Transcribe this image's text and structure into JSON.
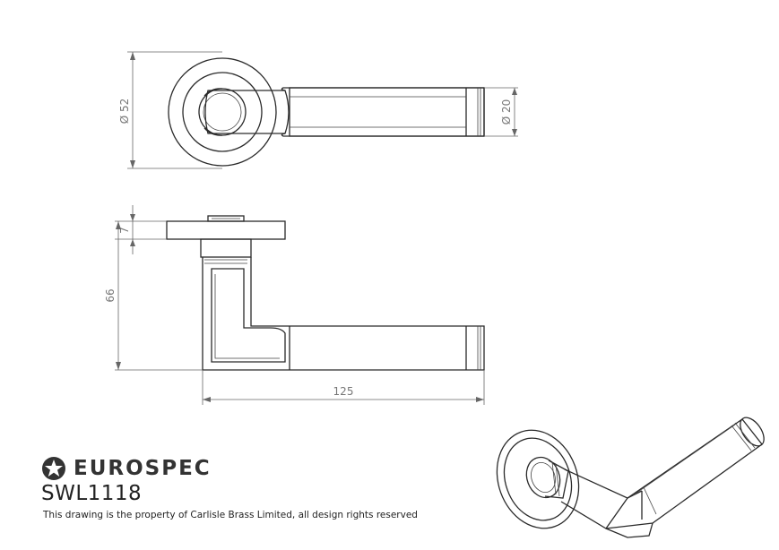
{
  "brand": {
    "name": "EUROSPEC",
    "logo_icon": "star-in-circle-icon"
  },
  "product": {
    "code": "SWL1118"
  },
  "footer": {
    "copyright": "This drawing is the property of Carlisle Brass Limited, all design rights reserved"
  },
  "dimensions": {
    "rose_diameter": "Ø 52",
    "grip_diameter": "Ø 20",
    "rose_thickness": "7",
    "projection": "66",
    "length": "125"
  },
  "colors": {
    "line": "#2a2a2a",
    "dimension": "#777777",
    "background": "#ffffff"
  }
}
